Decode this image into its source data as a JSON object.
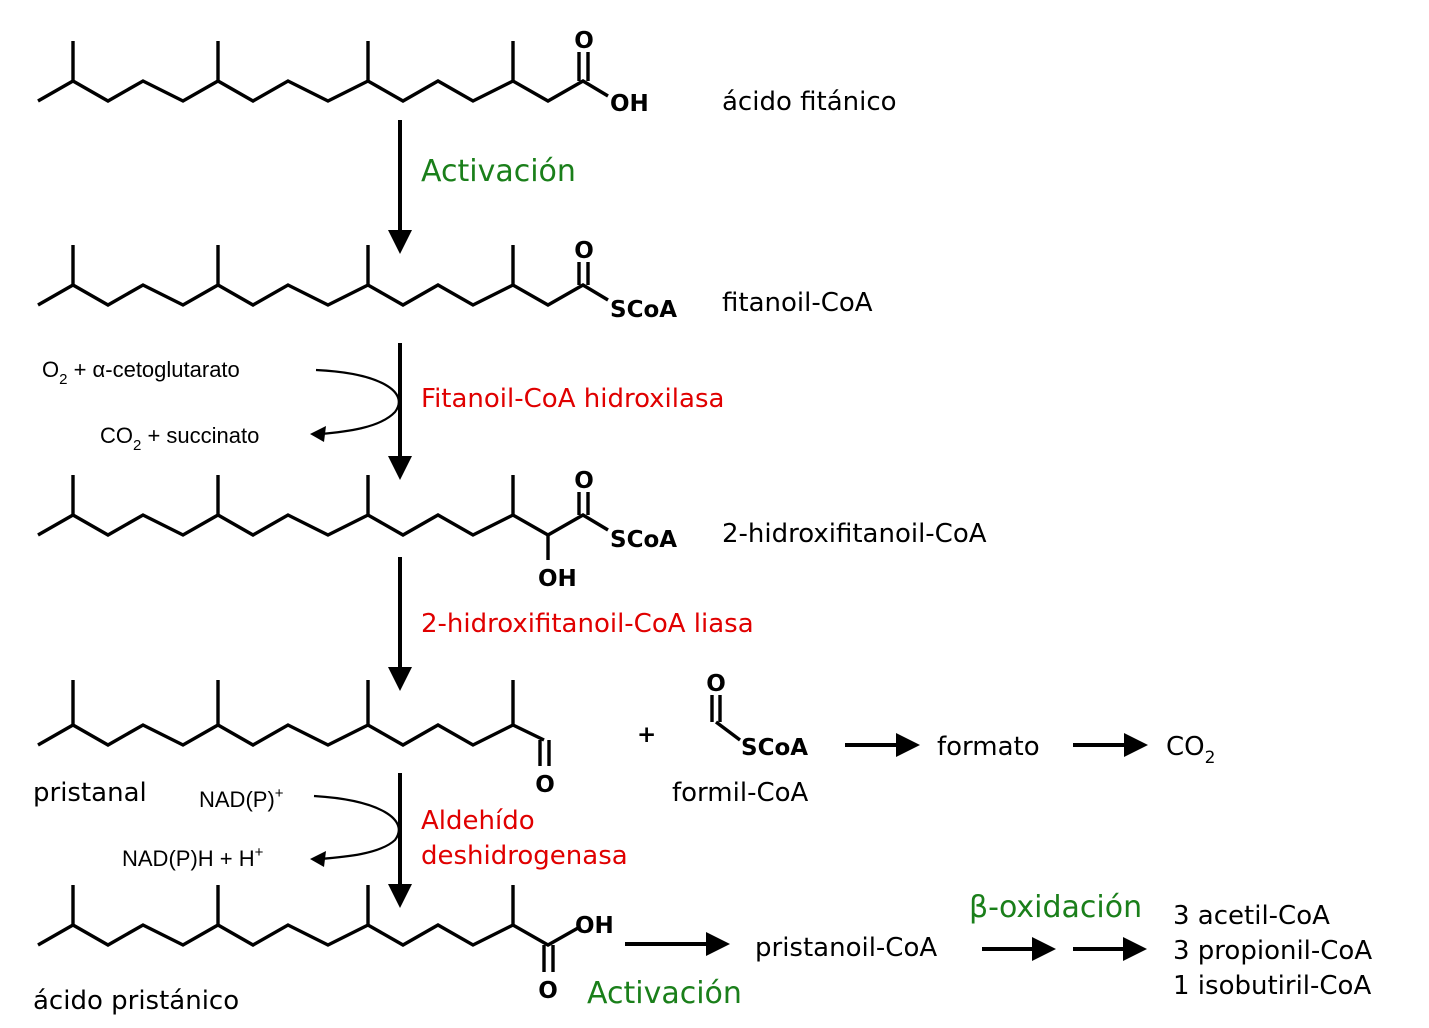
{
  "structures": {
    "compound_1": {
      "name": "ácido fitánico",
      "atom_O": "O",
      "atom_OH": "OH"
    },
    "compound_2": {
      "name": "fitanoil-CoA",
      "atom_O": "O",
      "atom_SCoA": "SCoA"
    },
    "compound_3": {
      "name": "2-hidroxifitanoil-CoA",
      "atom_O": "O",
      "atom_SCoA": "SCoA",
      "atom_OH": "OH"
    },
    "compound_4": {
      "name": "pristanal",
      "atom_O": "O"
    },
    "compound_5": {
      "name": "ácido pristánico",
      "atom_OH": "OH",
      "atom_O": "O"
    },
    "formyl": {
      "name": "formil-CoA",
      "atom_O": "O",
      "atom_SCoA": "SCoA"
    }
  },
  "steps": {
    "step_1": {
      "label": "Activación"
    },
    "step_2": {
      "enzyme": "Fitanoil-CoA hidroxilasa",
      "substrate_O": "O",
      "substrate_O_sub": "2",
      "substrate_rest": " + α-cetoglutarato",
      "product_CO": "CO",
      "product_CO_sub": "2",
      "product_rest": " + succinato"
    },
    "step_3": {
      "enzyme": "2-hidroxifitanoil-CoA liasa"
    },
    "step_4": {
      "enzyme_line1": "Aldehído",
      "enzyme_line2": "deshidrogenasa",
      "cofactor_in": "NAD(P)",
      "cofactor_in_sup": "+",
      "cofactor_out": "NAD(P)H + H",
      "cofactor_out_sup": "+"
    }
  },
  "side_pathway": {
    "plus": "+",
    "formato": "formato",
    "co2": "CO",
    "co2_sub": "2"
  },
  "final_pathway": {
    "activation": "Activación",
    "product": "pristanoil-CoA",
    "beta_oxidation": "β-oxidación",
    "products": [
      "3 acetil-CoA",
      "3 propionil-CoA",
      "1 isobutiril-CoA"
    ]
  }
}
